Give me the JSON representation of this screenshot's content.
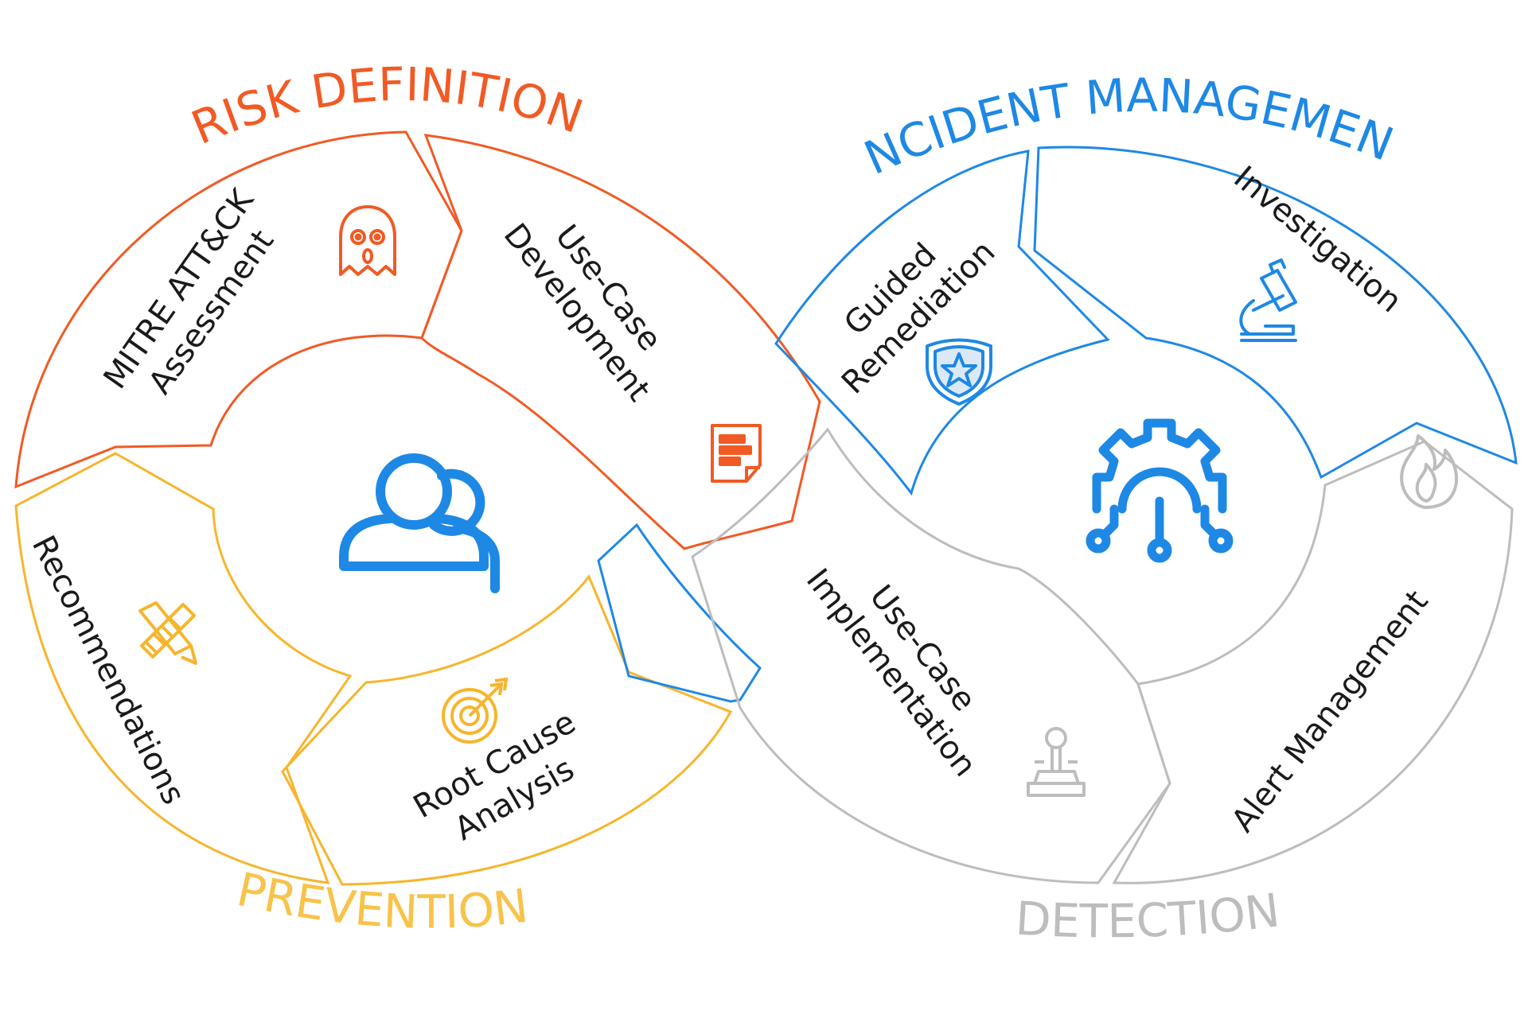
{
  "phases": {
    "risk_definition": "RISK DEFINITION",
    "incident_management": "INCIDENT MANAGEMENT",
    "prevention": "PREVENTION",
    "detection": "DETECTION"
  },
  "steps": {
    "mitre_line1": "MITRE ATT&CK",
    "mitre_line2": "Assessment",
    "usecase_dev_line1": "Use-Case",
    "usecase_dev_line2": "Development",
    "recommendations": "Recommendations",
    "rca_line1": "Root Cause",
    "rca_line2": "Analysis",
    "guided_line1": "Guided",
    "guided_line2": "Remediation",
    "investigation": "Investigation",
    "usecase_impl_line1": "Use-Case",
    "usecase_impl_line2": "Implementation",
    "alert_management": "Alert Management"
  },
  "icons": {
    "center_left": "users-icon",
    "center_right": "circuit-gear-icon",
    "mitre": "ghost-icon",
    "usecase_dev": "document-icon",
    "recommendations": "tools-icon",
    "rca": "target-icon",
    "guided": "shield-star-icon",
    "investigation": "microscope-icon",
    "usecase_impl": "joystick-icon",
    "alert": "flame-icon"
  },
  "colors": {
    "risk": "#f15a24",
    "prevention": "#f7b52c",
    "incident": "#1e88e5",
    "detection": "#bdbdbd",
    "text": "#1a1a1a"
  }
}
